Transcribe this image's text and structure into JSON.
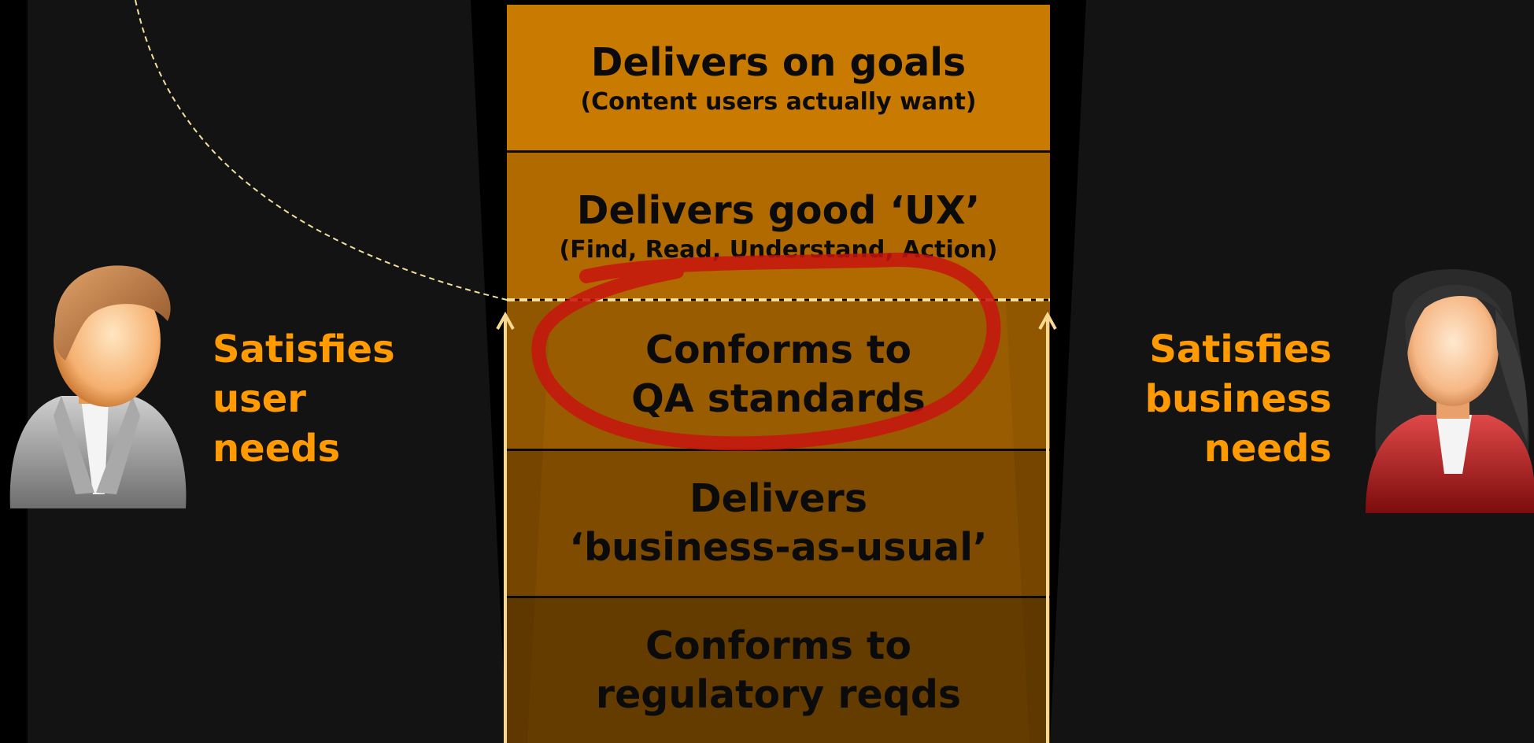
{
  "layers": [
    {
      "main": "Delivers on goals",
      "sub": "(Content users actually want)",
      "color": "#c97a00"
    },
    {
      "main": "Delivers good ‘UX’",
      "sub": "(Find, Read, Understand, Action)",
      "color": "#b06a00"
    },
    {
      "main": "Conforms to",
      "main2": "QA standards",
      "color": "#9a5c00"
    },
    {
      "main": "Delivers",
      "main2": "‘business-as-usual’",
      "color": "#7e4b00"
    },
    {
      "main": "Conforms to",
      "main2": "regulatory reqds",
      "color": "#653c00"
    }
  ],
  "left_label": {
    "line1": "Satisfies",
    "line2": "user",
    "line3": "needs"
  },
  "right_label": {
    "line1": "Satisfies",
    "line2": "business",
    "line3": "needs"
  },
  "colors": {
    "accent": "#ff9a00",
    "highlight_circle": "#c8140f",
    "dashed_line": "#f3dfa0",
    "arrow": "#f6d891"
  },
  "icons": {
    "left": "male-user-icon",
    "right": "female-user-icon"
  }
}
